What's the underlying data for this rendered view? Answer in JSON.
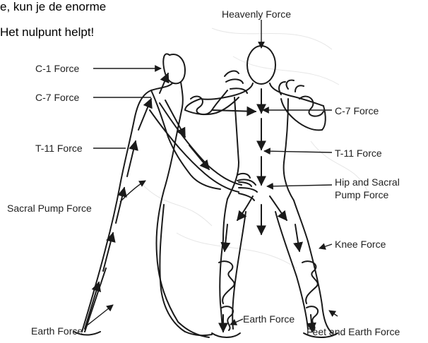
{
  "header": {
    "line1": "e, kun je de enorme",
    "line2": "Het nulpunt helpt!"
  },
  "labels": {
    "heavenly": "Heavenly Force",
    "c1": "C-1 Force",
    "c7_left": "C-7 Force",
    "c7_right": "C-7 Force",
    "t11_left": "T-11 Force",
    "t11_right": "T-11 Force",
    "hip_line1": "Hip and Sacral",
    "hip_line2": "Pump Force",
    "sacral_pump": "Sacral Pump Force",
    "knee": "Knee Force",
    "earth_left": "Earth Force",
    "earth_center": "Earth Force",
    "feet_earth": "Feet and Earth Force"
  },
  "colors": {
    "ink": "#1a1a1a",
    "paper": "#ffffff",
    "faint": "#d8d8d8"
  }
}
